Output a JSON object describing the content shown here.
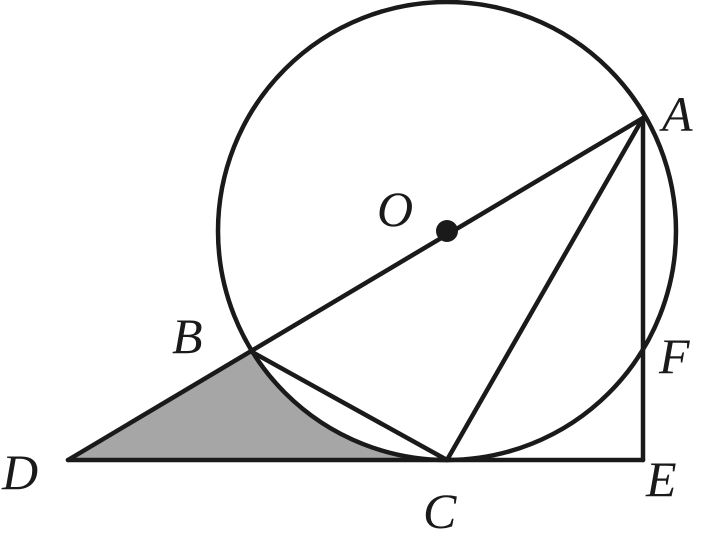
{
  "labels": {
    "A": "A",
    "O": "O",
    "B": "B",
    "F": "F",
    "D": "D",
    "C": "C",
    "E": "E"
  },
  "colors": {
    "stroke": "#1a1a1a",
    "shaded_region": "#a6a6a6",
    "background": "#ffffff"
  }
}
